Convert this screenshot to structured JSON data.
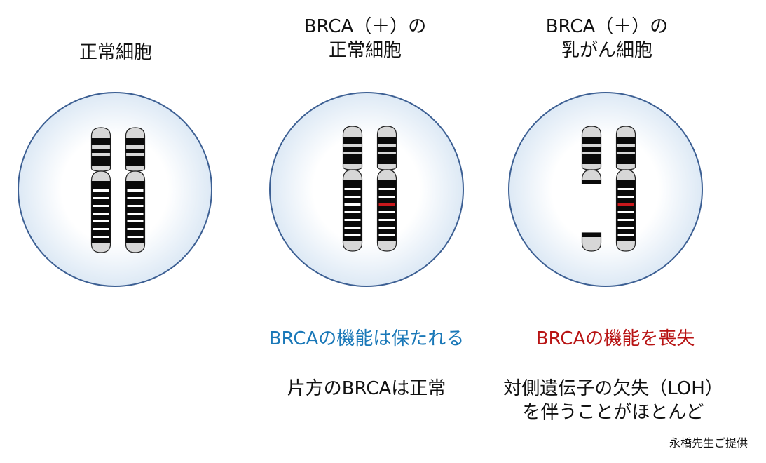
{
  "cells": [
    {
      "id": "normal",
      "title_lines": [
        "正常細胞"
      ],
      "caption_lines": [],
      "caption2_lines": [],
      "chromosomes": [
        {
          "mutation": false,
          "deleted_segment": false
        },
        {
          "mutation": false,
          "deleted_segment": false
        }
      ]
    },
    {
      "id": "carrier-normal",
      "title_lines": [
        "BRCA（＋）の",
        "正常細胞"
      ],
      "caption_lines": [
        "BRCAの機能は保たれる"
      ],
      "caption2_lines": [
        "片方のBRCAは正常"
      ],
      "chromosomes": [
        {
          "mutation": false,
          "deleted_segment": false
        },
        {
          "mutation": true,
          "deleted_segment": false
        }
      ]
    },
    {
      "id": "carrier-cancer",
      "title_lines": [
        "BRCA（＋）の",
        "乳がん細胞"
      ],
      "caption_lines": [
        "BRCAの機能を喪失"
      ],
      "caption2_lines": [
        "対側遺伝子の欠失（LOH）",
        "を伴うことがほとんど"
      ],
      "chromosomes": [
        {
          "mutation": false,
          "deleted_segment": true
        },
        {
          "mutation": true,
          "deleted_segment": false
        }
      ]
    }
  ],
  "credit": "永橋先生ご提供",
  "colors": {
    "cell_border": "#3c5f93",
    "cell_fill_center": "#ffffff",
    "cell_fill_edge": "#dde9f5",
    "band_black": "#0a0a0a",
    "chromatid_gray": "#d7d7d7",
    "mutation_red": "#c8181c",
    "caption_blue": "#1a78b8",
    "caption_red": "#b81414"
  }
}
